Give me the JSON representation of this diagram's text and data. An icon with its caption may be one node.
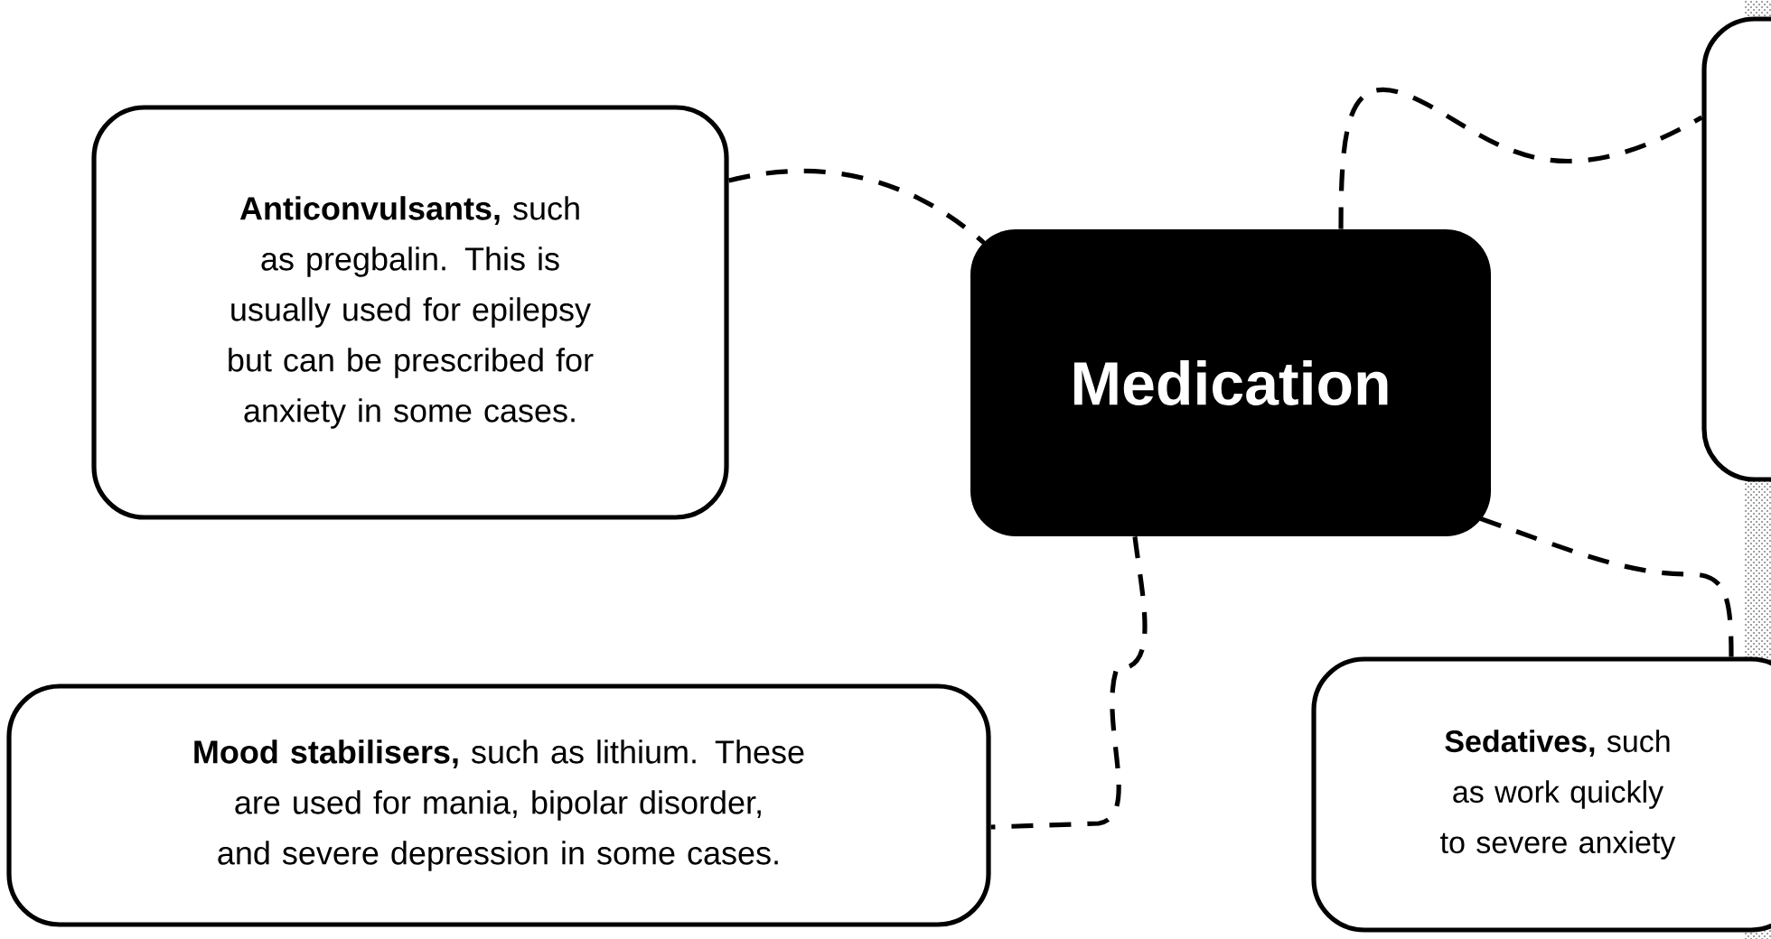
{
  "diagram": {
    "nodes": [
      {
        "text": [
          "**Anticonvulsants,** such as pregbalin. This is usually used for epilepsy but can be prescribed for anxiety in some cases."
        ]
      },
      {
        "text": [
          "Medication"
        ]
      },
      {
        "text": [],
        "shape": "box"
      },
      {
        "text": [
          "**Mood stabilisers,** such as lithium. These are used for mania, bipolar disorder, and severe depression in some cases."
        ]
      },
      {
        "text": [
          "**Sedatives,** such as work quickly to severe anxiety"
        ]
      }
    ],
    "edges": [
      {
        "from": 0,
        "to": 1,
        "arrow": "none",
        "style": "dashed"
      },
      {
        "from": 1,
        "to": 2,
        "arrow": "none",
        "style": "dashed"
      },
      {
        "from": 1,
        "to": 3,
        "arrow": "none",
        "style": "dashed"
      },
      {
        "from": 1,
        "to": 4,
        "arrow": "none",
        "style": "dashed"
      }
    ]
  }
}
